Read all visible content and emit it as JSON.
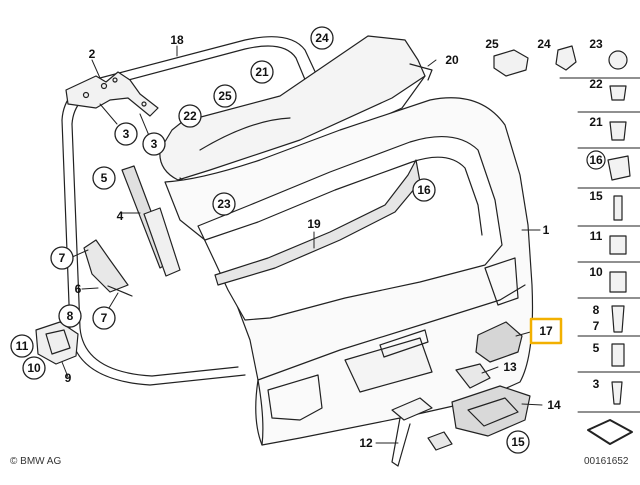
{
  "copyright": "© BMW AG",
  "diagram_id": "00161652",
  "callouts": [
    {
      "label": "18",
      "circle": false
    },
    {
      "label": "24",
      "circle": true
    },
    {
      "label": "2",
      "circle": false
    },
    {
      "label": "20",
      "circle": false
    },
    {
      "label": "21",
      "circle": true
    },
    {
      "label": "25",
      "circle": true
    },
    {
      "label": "22",
      "circle": true
    },
    {
      "label": "3",
      "circle": true
    },
    {
      "label": "3",
      "circle": true
    },
    {
      "label": "5",
      "circle": true
    },
    {
      "label": "16",
      "circle": true
    },
    {
      "label": "23",
      "circle": true
    },
    {
      "label": "4",
      "circle": false
    },
    {
      "label": "19",
      "circle": false
    },
    {
      "label": "1",
      "circle": false
    },
    {
      "label": "7",
      "circle": true
    },
    {
      "label": "6",
      "circle": false
    },
    {
      "label": "7",
      "circle": true
    },
    {
      "label": "8",
      "circle": true
    },
    {
      "label": "11",
      "circle": true
    },
    {
      "label": "10",
      "circle": true
    },
    {
      "label": "9",
      "circle": false
    },
    {
      "label": "17",
      "circle": false,
      "highlight": true
    },
    {
      "label": "13",
      "circle": false
    },
    {
      "label": "14",
      "circle": false
    },
    {
      "label": "12",
      "circle": false
    },
    {
      "label": "15",
      "circle": true
    }
  ],
  "legend": [
    {
      "label": "25",
      "circle": false
    },
    {
      "label": "24",
      "circle": false
    },
    {
      "label": "23",
      "circle": false
    },
    {
      "label": "22",
      "circle": false
    },
    {
      "label": "21",
      "circle": false
    },
    {
      "label": "16",
      "circle": true
    },
    {
      "label": "15",
      "circle": false
    },
    {
      "label": "11",
      "circle": false
    },
    {
      "label": "10",
      "circle": false
    },
    {
      "label": "8",
      "circle": false
    },
    {
      "label": "7",
      "circle": false
    },
    {
      "label": "5",
      "circle": false
    },
    {
      "label": "3",
      "circle": false
    }
  ],
  "colors": {
    "line": "#222222",
    "highlight": "#f2b000",
    "fill": "#f4f4f4",
    "shade": "#d8d8d8"
  }
}
